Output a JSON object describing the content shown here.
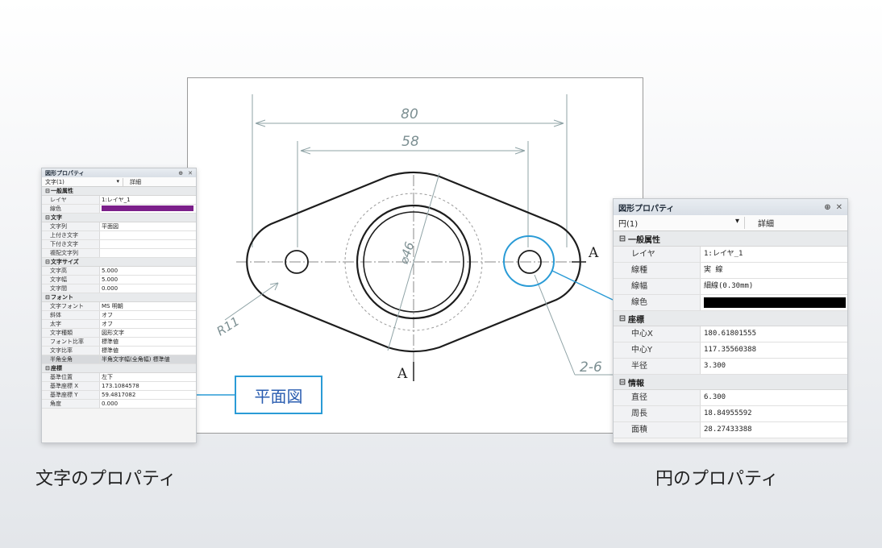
{
  "drawing": {
    "dim_80": "80",
    "dim_58": "58",
    "dim_d46": "⌀46",
    "dim_r11": "R11",
    "dim_holes": "2-6",
    "section_a_right": "A",
    "section_a_bottom": "A"
  },
  "callout": {
    "text": "平面図"
  },
  "text_panel": {
    "title": "図形プロパティ",
    "type_label": "文字(1)",
    "detail_label": "詳細",
    "sections": [
      {
        "name": "一般属性",
        "rows": [
          {
            "k": "レイヤ",
            "v": "1:レイヤ_1"
          },
          {
            "k": "線色",
            "v": ""
          }
        ]
      },
      {
        "name": "文字",
        "rows": [
          {
            "k": "文字列",
            "v": "平面図"
          },
          {
            "k": "上付き文字",
            "v": ""
          },
          {
            "k": "下付き文字",
            "v": ""
          },
          {
            "k": "複配文字列",
            "v": ""
          }
        ]
      },
      {
        "name": "文字サイズ",
        "rows": [
          {
            "k": "文字高",
            "v": "5.000"
          },
          {
            "k": "文字幅",
            "v": "5.000"
          },
          {
            "k": "文字間",
            "v": "0.000"
          }
        ]
      },
      {
        "name": "フォント",
        "rows": [
          {
            "k": "文字フォント",
            "v": "MS 明朝"
          },
          {
            "k": "斜体",
            "v": "オフ"
          },
          {
            "k": "太字",
            "v": "オフ"
          },
          {
            "k": "文字種類",
            "v": "図形文字"
          },
          {
            "k": "フォント比率",
            "v": "標準値"
          },
          {
            "k": "文字比率",
            "v": "標準値"
          },
          {
            "k": "半角全角",
            "v": "半角文字幅(全角幅) 標準値"
          }
        ]
      },
      {
        "name": "座標",
        "rows": [
          {
            "k": "基準位置",
            "v": "左下"
          },
          {
            "k": "基準座標 X",
            "v": "173.1084578"
          },
          {
            "k": "基準座標 Y",
            "v": "59.4817082"
          },
          {
            "k": "角度",
            "v": "0.000"
          }
        ]
      }
    ]
  },
  "circle_panel": {
    "title": "図形プロパティ",
    "type_label": "円(1)",
    "detail_label": "詳細",
    "sections": [
      {
        "name": "一般属性",
        "rows": [
          {
            "k": "レイヤ",
            "v": "1:レイヤ_1"
          },
          {
            "k": "線種",
            "v": "実 線"
          },
          {
            "k": "線幅",
            "v": "細線(0.30mm)"
          },
          {
            "k": "線色",
            "v": ""
          }
        ]
      },
      {
        "name": "座標",
        "rows": [
          {
            "k": "中心X",
            "v": "180.61801555"
          },
          {
            "k": "中心Y",
            "v": "117.35560388"
          },
          {
            "k": "半径",
            "v": "3.300"
          }
        ]
      },
      {
        "name": "情報",
        "rows": [
          {
            "k": "直径",
            "v": "6.300"
          },
          {
            "k": "周長",
            "v": "18.84955592"
          },
          {
            "k": "面積",
            "v": "28.27433388"
          }
        ]
      }
    ]
  },
  "captions": {
    "left": "文字のプロパティ",
    "right": "円のプロパティ"
  },
  "colors": {
    "accent": "#2a9bd6",
    "text_swatch": "#7b1f8a",
    "circle_swatch": "#000000"
  },
  "icons": {
    "collapse": "minus-box-icon",
    "pin": "pin-icon",
    "close": "close-icon",
    "dropdown": "chevron-down-icon"
  }
}
